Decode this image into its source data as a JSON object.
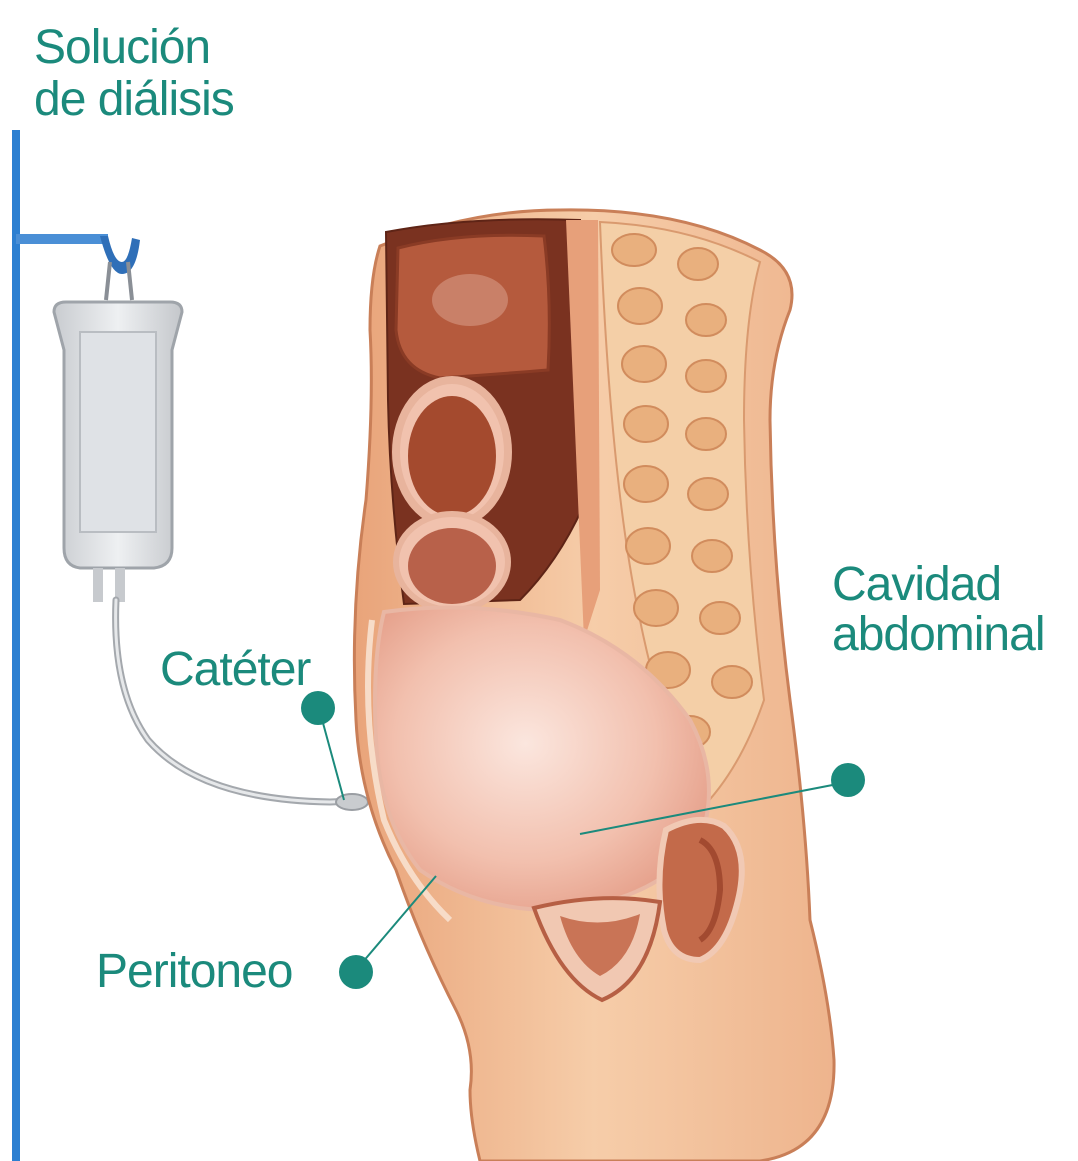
{
  "labels": {
    "solution_line1": "Solución",
    "solution_line2": "de diálisis",
    "catheter": "Catéter",
    "cavity_line1": "Cavidad",
    "cavity_line2": "abdominal",
    "peritoneum": "Peritoneo"
  },
  "colors": {
    "label_teal": "#1b8a7c",
    "pole_blue": "#2c7fd1",
    "skin": "#f3c49c",
    "organ_dark": "#8a3b25",
    "cavity_pink": "#f0b8a6"
  },
  "icons": [
    "iv-pole-icon",
    "dialysis-bag-icon",
    "catheter-tube-icon",
    "abdomen-cross-section-icon",
    "callout-dot-icon"
  ]
}
